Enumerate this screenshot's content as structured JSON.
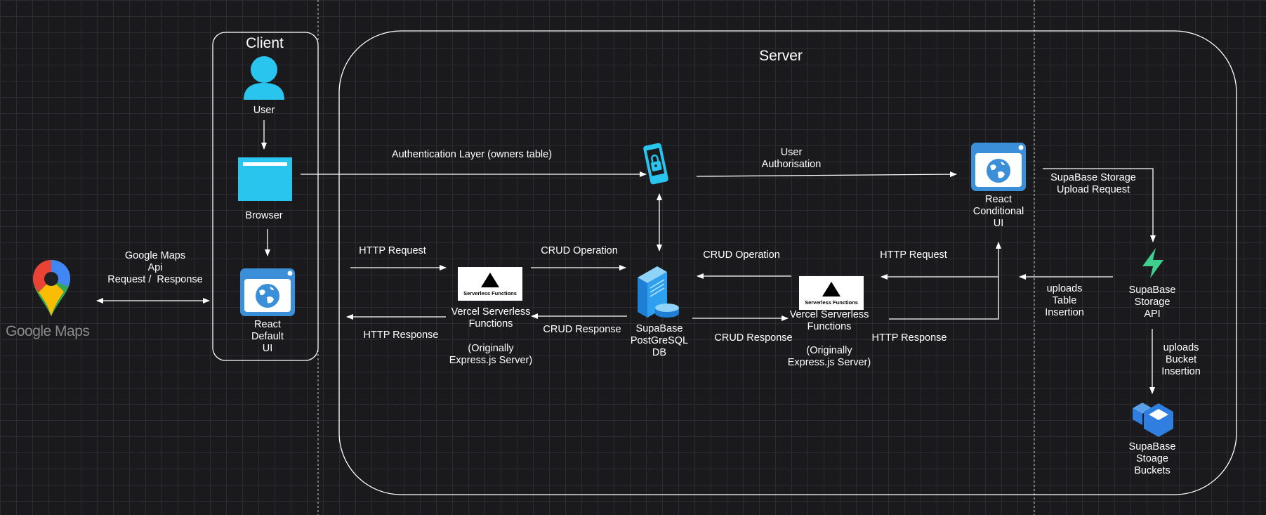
{
  "groups": {
    "client": "Client",
    "server": "Server"
  },
  "nodes": {
    "user": "User",
    "browser": "Browser",
    "react_default_ui": "React\nDefault\nUI",
    "google_maps": "Google Maps",
    "vercel_left": "Vercel Serverless\nFunctions",
    "vercel_left_note": "(Originally\nExpress.js Server)",
    "vercel_right": "Vercel Serverless\nFunctions",
    "vercel_right_note": "(Originally\nExpress.js Server)",
    "serverless_badge": "Serverless Functions",
    "db": "SupaBase\nPostGreSQL\nDB",
    "react_conditional_ui": "React\nConditional\nUI",
    "storage_api": "SupaBase\nStorage\nAPI",
    "storage_buckets": "SupaBase\nStoage\nBuckets"
  },
  "edges": {
    "google_maps_api": "Google Maps\nApi\nRequest /  Response",
    "authentication_layer": "Authentication Layer (owners table)",
    "user_authorisation": "User\nAuthorisation",
    "storage_upload_request": "SupaBase Storage\nUpload Request",
    "http_request_left": "HTTP Request",
    "http_response_left": "HTTP Response",
    "crud_operation_left": "CRUD Operation",
    "crud_response_left": "CRUD Response",
    "crud_operation_right": "CRUD Operation",
    "crud_response_right": "CRUD Response",
    "http_request_right": "HTTP Request",
    "http_response_right": "HTTP Response",
    "uploads_table": "uploads\nTable\nInsertion",
    "uploads_bucket": "uploads\nBucket\nInsertion"
  },
  "colors": {
    "background": "#1a1a1d",
    "grid": "#2c2c30",
    "line": "#ffffff",
    "browser_blue": "#29c5ef",
    "window_blue": "#3a8fd8",
    "supabase_green": "#3ecf8e",
    "bucket_blue": "#2f7fe0"
  }
}
